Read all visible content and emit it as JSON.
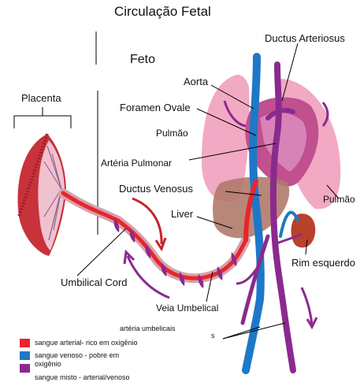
{
  "title": "Circulação Fetal",
  "labels": {
    "feto": "Feto",
    "placenta": "Placenta",
    "ductus_arteriosus": "Ductus Arteriosus",
    "aorta": "Aorta",
    "foramen_ovale": "Foramen Ovale",
    "pulmao_left": "Pulmão",
    "arteria_pulmonar": "Artéria Pulmonar",
    "ductus_venosus": "Ductus Venosus",
    "liver": "Liver",
    "pulmao_right": "Pulmão",
    "rim_esquerdo": "Rim esquerdo",
    "umbilical_cord": "Umbilical Cord",
    "veia_umbelical": "Veia Umbelical",
    "arteria_umbilicais": "artéria umbelicais",
    "stray_s": "s"
  },
  "legend": [
    {
      "color": "#e8262b",
      "text": "sangue arterial- rico em oxigênio"
    },
    {
      "color": "#1e78c8",
      "text": "sangue venoso - pobre em oxigênio"
    },
    {
      "color": "#8b2a8e",
      "text": "sangue misto - arterial/venoso"
    }
  ],
  "colors": {
    "arterial": "#e8262b",
    "venous": "#1e78c8",
    "mixed": "#8b2a8e",
    "lung": "#f2a9c3",
    "heart": "#c0508e",
    "liver": "#b07a6a",
    "kidney": "#b8412a",
    "placenta": "#c8323a"
  }
}
